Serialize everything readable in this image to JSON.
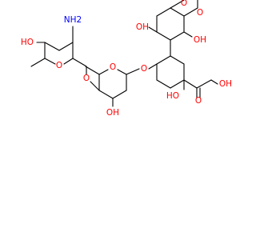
{
  "molecule": {
    "atoms": [
      {
        "id": "N1",
        "text": "NH2",
        "color": "#0000ff"
      },
      {
        "id": "O1",
        "text": "HO",
        "color": "#ff0000"
      },
      {
        "id": "O2",
        "text": "O",
        "color": "#ff0000"
      },
      {
        "id": "O3",
        "text": "O",
        "color": "#ff0000"
      },
      {
        "id": "O4",
        "text": "O",
        "color": "#ff0000"
      },
      {
        "id": "O5",
        "text": "OH",
        "color": "#ff0000"
      },
      {
        "id": "O6",
        "text": "O",
        "color": "#ff0000"
      },
      {
        "id": "O7",
        "text": "O",
        "color": "#ff0000"
      },
      {
        "id": "O8",
        "text": "OH",
        "color": "#ff0000"
      },
      {
        "id": "O9",
        "text": "O",
        "color": "#ff0000"
      },
      {
        "id": "O10",
        "text": "OH",
        "color": "#ff0000"
      },
      {
        "id": "O11",
        "text": "HO",
        "color": "#ff0000"
      },
      {
        "id": "O12",
        "text": "O",
        "color": "#ff0000"
      },
      {
        "id": "O13",
        "text": "OH",
        "color": "#ff0000"
      }
    ]
  }
}
